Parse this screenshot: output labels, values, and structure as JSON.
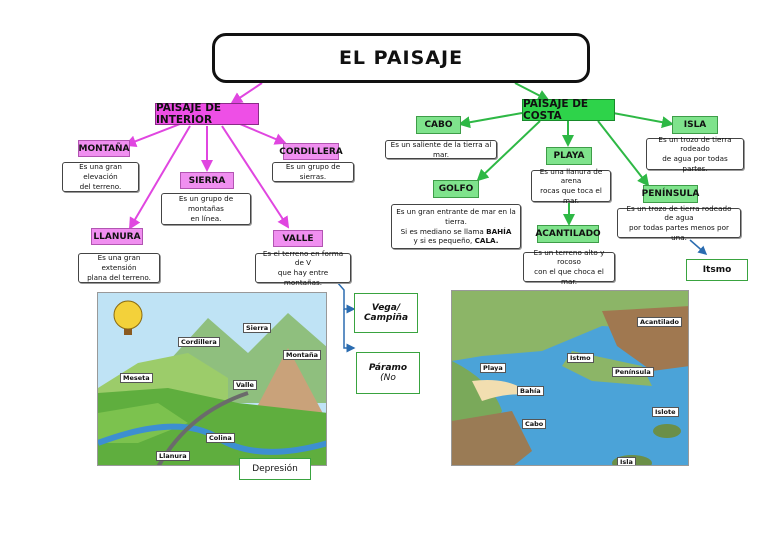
{
  "title": "EL PAISAJE",
  "interior": {
    "header": "PAISAJE DE INTERIOR",
    "montana": {
      "label": "MONTAÑA",
      "desc_1": "Es una gran elevación",
      "desc_2": "del terreno."
    },
    "sierra": {
      "label": "SIERRA",
      "desc_1": "Es un grupo de montañas",
      "desc_2": "en línea."
    },
    "cordillera": {
      "label": "CORDILLERA",
      "desc_1": "Es un grupo de sierras."
    },
    "llanura": {
      "label": "LLANURA",
      "desc_1": "Es una gran extensión",
      "desc_2": "plana del terreno."
    },
    "valle": {
      "label": "VALLE",
      "desc_1": "Es el terreno en forma de V",
      "desc_2": "que hay entre montañas."
    }
  },
  "costa": {
    "header": "PAISAJE DE COSTA",
    "cabo": {
      "label": "CABO",
      "desc_1": "Es un saliente de la tierra al mar."
    },
    "playa": {
      "label": "PLAYA",
      "desc_1": "Es una llanura de arena",
      "desc_2": "rocas que toca el mar."
    },
    "isla": {
      "label": "ISLA",
      "desc_1": "Es un trozo de tierra rodeado",
      "desc_2": "de agua por todas partes."
    },
    "golfo": {
      "label": "GOLFO",
      "desc_1": "Es un gran entrante de mar en la tierra.",
      "desc_2": "Si es mediano se llama",
      "desc_2b": "BAHÍA",
      "desc_3": "y si es pequeño,",
      "desc_3b": "CALA."
    },
    "acantilado": {
      "label": "ACANTILADO",
      "desc_1": "Es un terreno alto y rocoso",
      "desc_2": "con el que choca el mar."
    },
    "peninsula": {
      "label": "PENÍNSULA",
      "desc_1": "Es un trozo de tierra rodeado de agua",
      "desc_2": "por todas partes menos por una."
    }
  },
  "added": {
    "itsmo": "Itsmo",
    "vega_1": "Vega/",
    "vega_2": "Campiña",
    "paramo_1": "Páramo",
    "paramo_2": "(No",
    "depresion": "Depresión"
  },
  "picture_interior_labels": [
    "Sierra",
    "Cordillera",
    "Montaña",
    "Meseta",
    "Valle",
    "Colina",
    "Llanura"
  ],
  "picture_costa_labels": [
    "Acantilado",
    "Istmo",
    "Playa",
    "Península",
    "Bahía",
    "Islote",
    "Cabo",
    "Isla"
  ],
  "colors": {
    "pink": "#ee4fe6",
    "green": "#2ed34a"
  }
}
